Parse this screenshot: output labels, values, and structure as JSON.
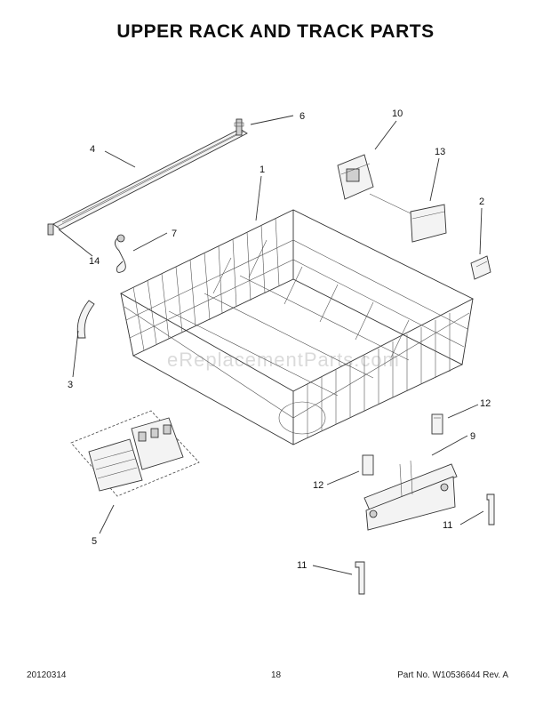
{
  "page": {
    "title": "UPPER RACK AND TRACK PARTS",
    "watermark": "eReplacementParts.com"
  },
  "callouts": {
    "c1": "1",
    "c2": "2",
    "c3": "3",
    "c4": "4",
    "c5": "5",
    "c6": "6",
    "c7": "7",
    "c9": "9",
    "c10": "10",
    "c11a": "11",
    "c11b": "11",
    "c12a": "12",
    "c12b": "12",
    "c13": "13",
    "c14": "14"
  },
  "footer": {
    "date_code": "20120314",
    "page_number": "18",
    "part_number": "Part No. W10536644 Rev. A"
  }
}
